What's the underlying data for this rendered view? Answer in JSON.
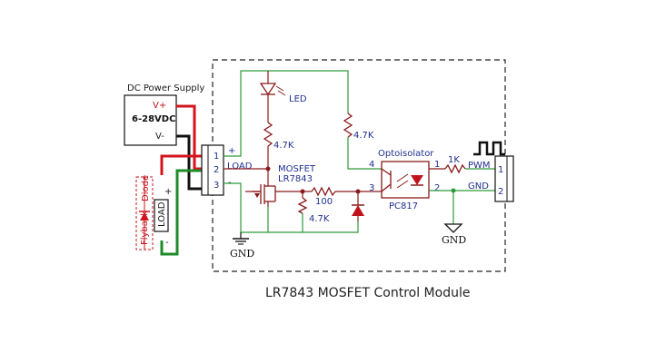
{
  "power_supply": {
    "title": "DC Power Supply",
    "vplus": "V+",
    "voltage": "6-28VDC",
    "vminus": "V-"
  },
  "load_box": {
    "label": "LOAD",
    "plus": "+",
    "minus": "-",
    "diode_label": "Diode",
    "flyback_label": "Flyback"
  },
  "terminal_left": {
    "pins": [
      "1",
      "2",
      "3"
    ],
    "plus": "+",
    "minus": "-",
    "load_label": "LOAD"
  },
  "led": {
    "label": "LED",
    "resistor": "4.7K"
  },
  "mosfet": {
    "label": "MOSFET",
    "part": "LR7843"
  },
  "resistors": {
    "gate": "100",
    "pulldown": "4.7K",
    "opto_pullup": "4.7K",
    "pwm": "1K"
  },
  "optoisolator": {
    "label": "Optoisolator",
    "part": "PC817",
    "pins": [
      "4",
      "3",
      "1",
      "2"
    ]
  },
  "terminal_right": {
    "pins": [
      "1",
      "2"
    ],
    "pwm": "PWM",
    "gnd": "GND"
  },
  "ground_labels": {
    "left": "GND",
    "right": "GND"
  },
  "caption": "LR7843 MOSFET Control Module",
  "colors": {
    "red_wire": "#d4141c",
    "green_wire": "#2e9a3a",
    "component": "#8a1a1a",
    "label_blue": "#1f2f8c"
  }
}
